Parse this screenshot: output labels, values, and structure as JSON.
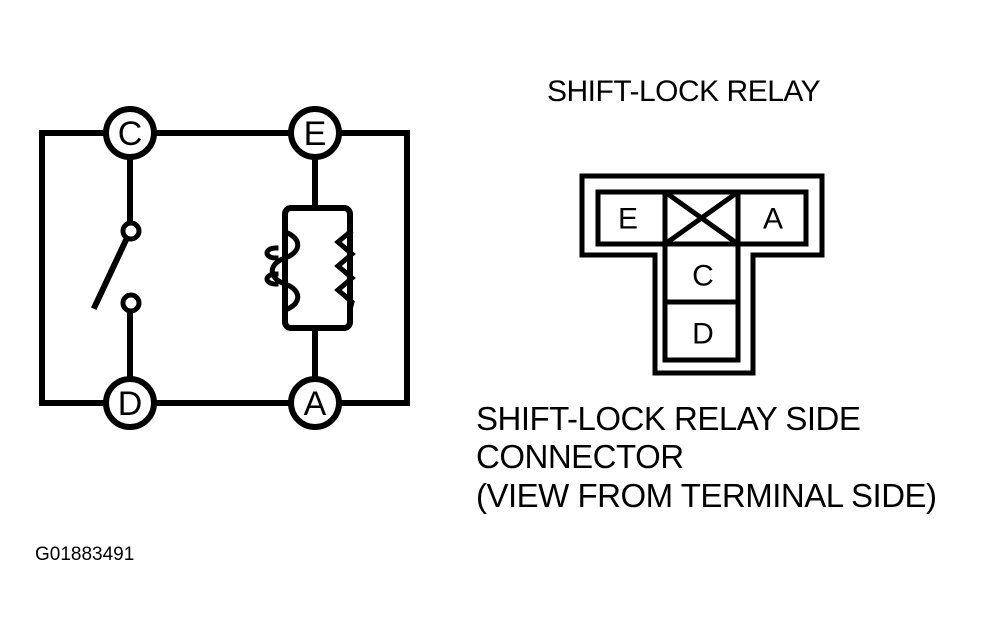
{
  "diagram": {
    "title": "SHIFT-LOCK RELAY",
    "schematic": {
      "terminals": [
        "C",
        "E",
        "D",
        "A"
      ]
    },
    "connector": {
      "pins": [
        "E",
        "A",
        "C",
        "D"
      ],
      "caption_lines": [
        "SHIFT-LOCK RELAY SIDE",
        "CONNECTOR",
        "(VIEW FROM TERMINAL SIDE)"
      ]
    },
    "figure_code": "G01883491"
  }
}
